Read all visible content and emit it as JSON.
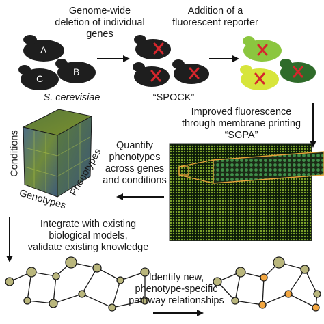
{
  "step1": {
    "lines": [
      "Genome-wide",
      "deletion of individual",
      "genes"
    ]
  },
  "step2": {
    "lines": [
      "Addition of a",
      "fluorescent reporter"
    ]
  },
  "organism": {
    "label": "S. cerevisiae"
  },
  "spock": {
    "label": "“SPOCK”"
  },
  "step3": {
    "lines": [
      "Improved fluorescence",
      "through membrane printing",
      "“SGPA”"
    ]
  },
  "step4": {
    "lines": [
      "Quantify",
      "phenotypes",
      "across genes",
      "and conditions"
    ]
  },
  "cube": {
    "conditions": "Conditions",
    "genotypes": "Genotypes",
    "phenotypes": "Phenotypes"
  },
  "step5": {
    "lines": [
      "Integrate with existing",
      "biological models,",
      "validate existing knowledge"
    ]
  },
  "step6": {
    "lines": [
      "Identify new,",
      "phenotype-specific",
      "pathway relationships"
    ]
  },
  "yeast": {
    "a": "A",
    "b": "B",
    "c": "C"
  },
  "colors": {
    "cell_dark": "#1e1e1e",
    "mark_red": "#d6262c",
    "green_light": "#8bc63f",
    "green_yellow": "#d7e53b",
    "green_dark": "#2f6b2a",
    "node": "#b9b67c",
    "node_highlight": "#f2a640"
  }
}
